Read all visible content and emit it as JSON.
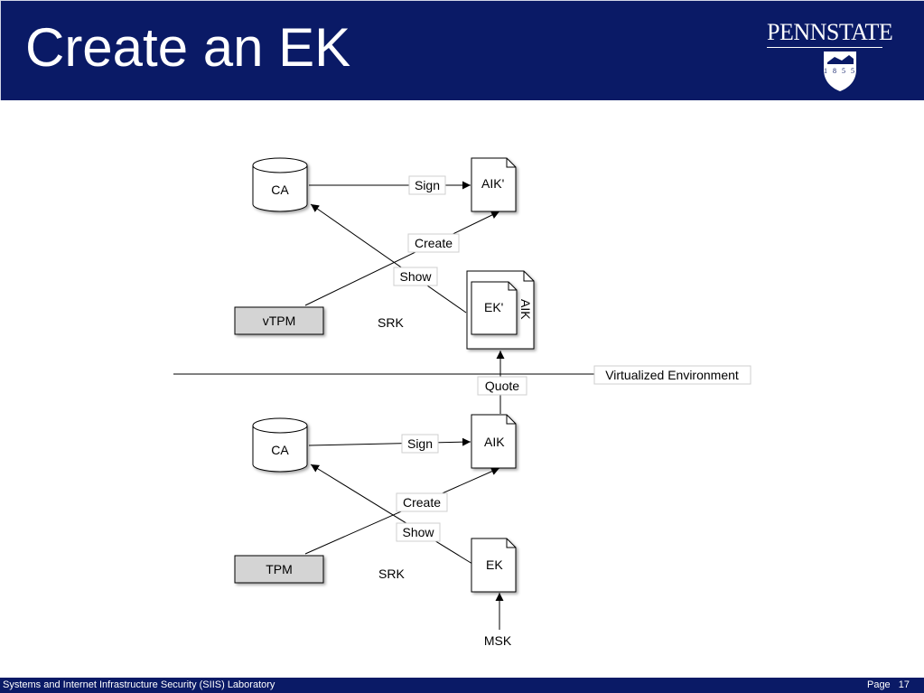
{
  "slide": {
    "title": "Create an EK",
    "logo_text": "PENNSTATE",
    "logo_year": "1855"
  },
  "diagram": {
    "upper": {
      "ca": "CA",
      "vtpm": "vTPM",
      "srk": "SRK",
      "sign": "Sign",
      "create": "Create",
      "show": "Show",
      "aik_prime": "AIK'",
      "ek_prime": "EK'",
      "aik_cert": "AIK"
    },
    "divider_label": "Virtualized Environment",
    "quote": "Quote",
    "lower": {
      "ca": "CA",
      "tpm": "TPM",
      "srk": "SRK",
      "sign": "Sign",
      "create": "Create",
      "show": "Show",
      "aik": "AIK",
      "ek": "EK",
      "msk": "MSK"
    }
  },
  "footer": {
    "lab": "Systems and Internet Infrastructure Security (SIIS) Laboratory",
    "page_label": "Page",
    "page_number": "17"
  },
  "colors": {
    "header_bg": "#0a1a66",
    "tpm_box": "#d4d4d4"
  }
}
